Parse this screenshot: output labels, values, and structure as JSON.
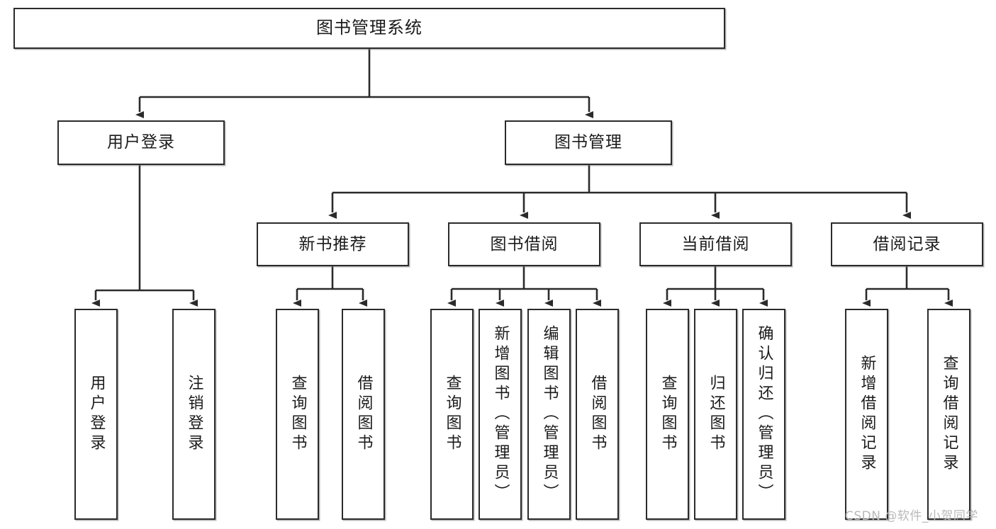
{
  "diagram": {
    "title": "图书管理系统",
    "type": "tree-hierarchy",
    "watermark": "CSDN @软件_小贺同学",
    "colors": {
      "box_border": "#2b2b2b",
      "box_fill": "#ffffff",
      "connector": "#2b2b2b",
      "text": "#1b1b1b",
      "watermark": "#b9b9b9"
    },
    "root": {
      "label": "图书管理系统"
    },
    "level1": [
      {
        "label": "用户登录"
      },
      {
        "label": "图书管理"
      }
    ],
    "level2": [
      {
        "label": "新书推荐"
      },
      {
        "label": "图书借阅"
      },
      {
        "label": "当前借阅"
      },
      {
        "label": "借阅记录"
      }
    ],
    "leaves": {
      "user_login": [
        {
          "label": "用户登录"
        },
        {
          "label": "注销登录"
        }
      ],
      "new_book_recommend": [
        {
          "label": "查询图书"
        },
        {
          "label": "借阅图书"
        }
      ],
      "book_borrow": [
        {
          "label": "查询图书"
        },
        {
          "label": "新增图书（管理员）"
        },
        {
          "label": "编辑图书（管理员）"
        },
        {
          "label": "借阅图书"
        }
      ],
      "current_borrow": [
        {
          "label": "查询图书"
        },
        {
          "label": "归还图书"
        },
        {
          "label": "确认归还（管理员）"
        }
      ],
      "borrow_record": [
        {
          "label": "新增借阅记录"
        },
        {
          "label": "查询借阅记录"
        }
      ]
    }
  }
}
